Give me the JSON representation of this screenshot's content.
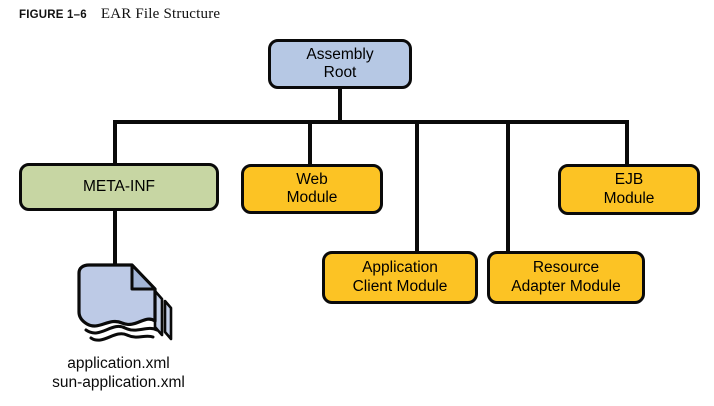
{
  "figure": {
    "label": "FIGURE 1–6",
    "title": "EAR File Structure"
  },
  "diagram": {
    "nodes": {
      "assembly_root": {
        "line1": "Assembly",
        "line2": "Root",
        "fill": "#b6c8e4",
        "role": "root"
      },
      "meta_inf": {
        "line1": "META-INF",
        "line2": "",
        "fill": "#c7d6a3"
      },
      "web_module": {
        "line1": "Web",
        "line2": "Module",
        "fill": "#fcc324"
      },
      "app_client_module": {
        "line1": "Application",
        "line2": "Client Module",
        "fill": "#fcc324"
      },
      "resource_adapter_module": {
        "line1": "Resource",
        "line2": "Adapter Module",
        "fill": "#fcc324"
      },
      "ejb_module": {
        "line1": "EJB",
        "line2": "Module",
        "fill": "#fcc324"
      }
    },
    "meta_inf_files": {
      "file1": "application.xml",
      "file2": "sun-application.xml"
    },
    "icons": {
      "document_stack": "document-stack-icon"
    },
    "colors": {
      "node_border": "#0a0a0a",
      "connector": "#0a0a0a",
      "assembly_root_fill": "#b6c8e4",
      "meta_inf_fill": "#c7d6a3",
      "module_fill": "#fcc324",
      "page_fill": "#bdcae6",
      "page_fold_fill": "#a3b5d6"
    }
  }
}
